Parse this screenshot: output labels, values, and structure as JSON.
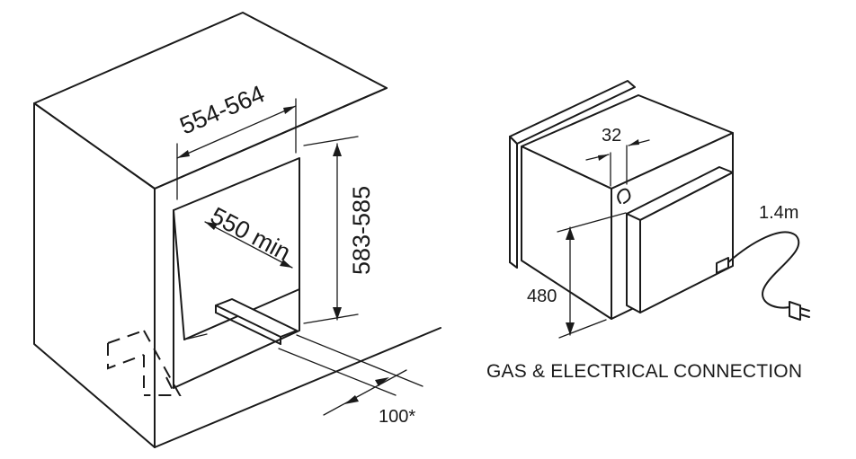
{
  "left_diagram": {
    "dim_width": "554-564",
    "dim_depth": "550 min",
    "dim_height": "583-585",
    "dim_bottom": "100*"
  },
  "right_diagram": {
    "dim_offset": "32",
    "dim_height": "480",
    "dim_cable": "1.4m",
    "caption": "GAS & ELECTRICAL CONNECTION"
  }
}
